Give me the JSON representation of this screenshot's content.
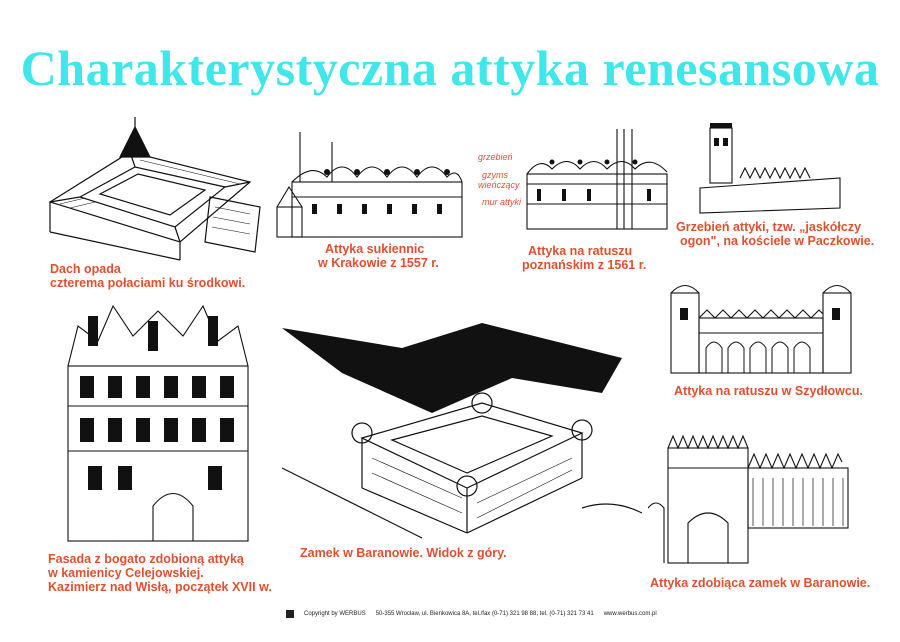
{
  "title": "Charakterystyczna  attyka  renesansowa",
  "captions": {
    "roof": [
      "Dach opada",
      "czterema połaciami ku środkowi."
    ],
    "sukiennice": [
      "Attyka sukiennic",
      "w Krakowie z 1557 r."
    ],
    "ratusz_poznan": [
      "Attyka na ratuszu",
      "poznańskim z 1561 r."
    ],
    "paczkow": [
      "Grzebień attyki, tzw. „jaskółczy",
      "ogon\", na kościele w Paczkowie."
    ],
    "szydlowiec": [
      "Attyka na ratuszu w Szydłowcu."
    ],
    "fasada": [
      "Fasada  z  bogato  zdobioną  attyką",
      "w kamienicy Celejowskiej.",
      "Kazimierz nad Wisłą, początek XVII w."
    ],
    "zamek": [
      "Zamek w Baranowie. Widok z góry."
    ],
    "zamek_attyka": [
      "Attyka zdobiąca zamek w Baranowie."
    ]
  },
  "labels": [
    "grzebień",
    "gzyms",
    "wieńczący",
    "mur attyki"
  ],
  "footer": {
    "copyright": "Copyright by WERBUS",
    "address": "50-355 Wrocław, ul. Bienkowica 8A, tel./fax (0-71) 321 98 88, tel. (0-71) 321 73 41",
    "web": "www.werbus.com.pl"
  },
  "colors": {
    "title": "#3fe6ea",
    "caption": "#e0502e"
  }
}
